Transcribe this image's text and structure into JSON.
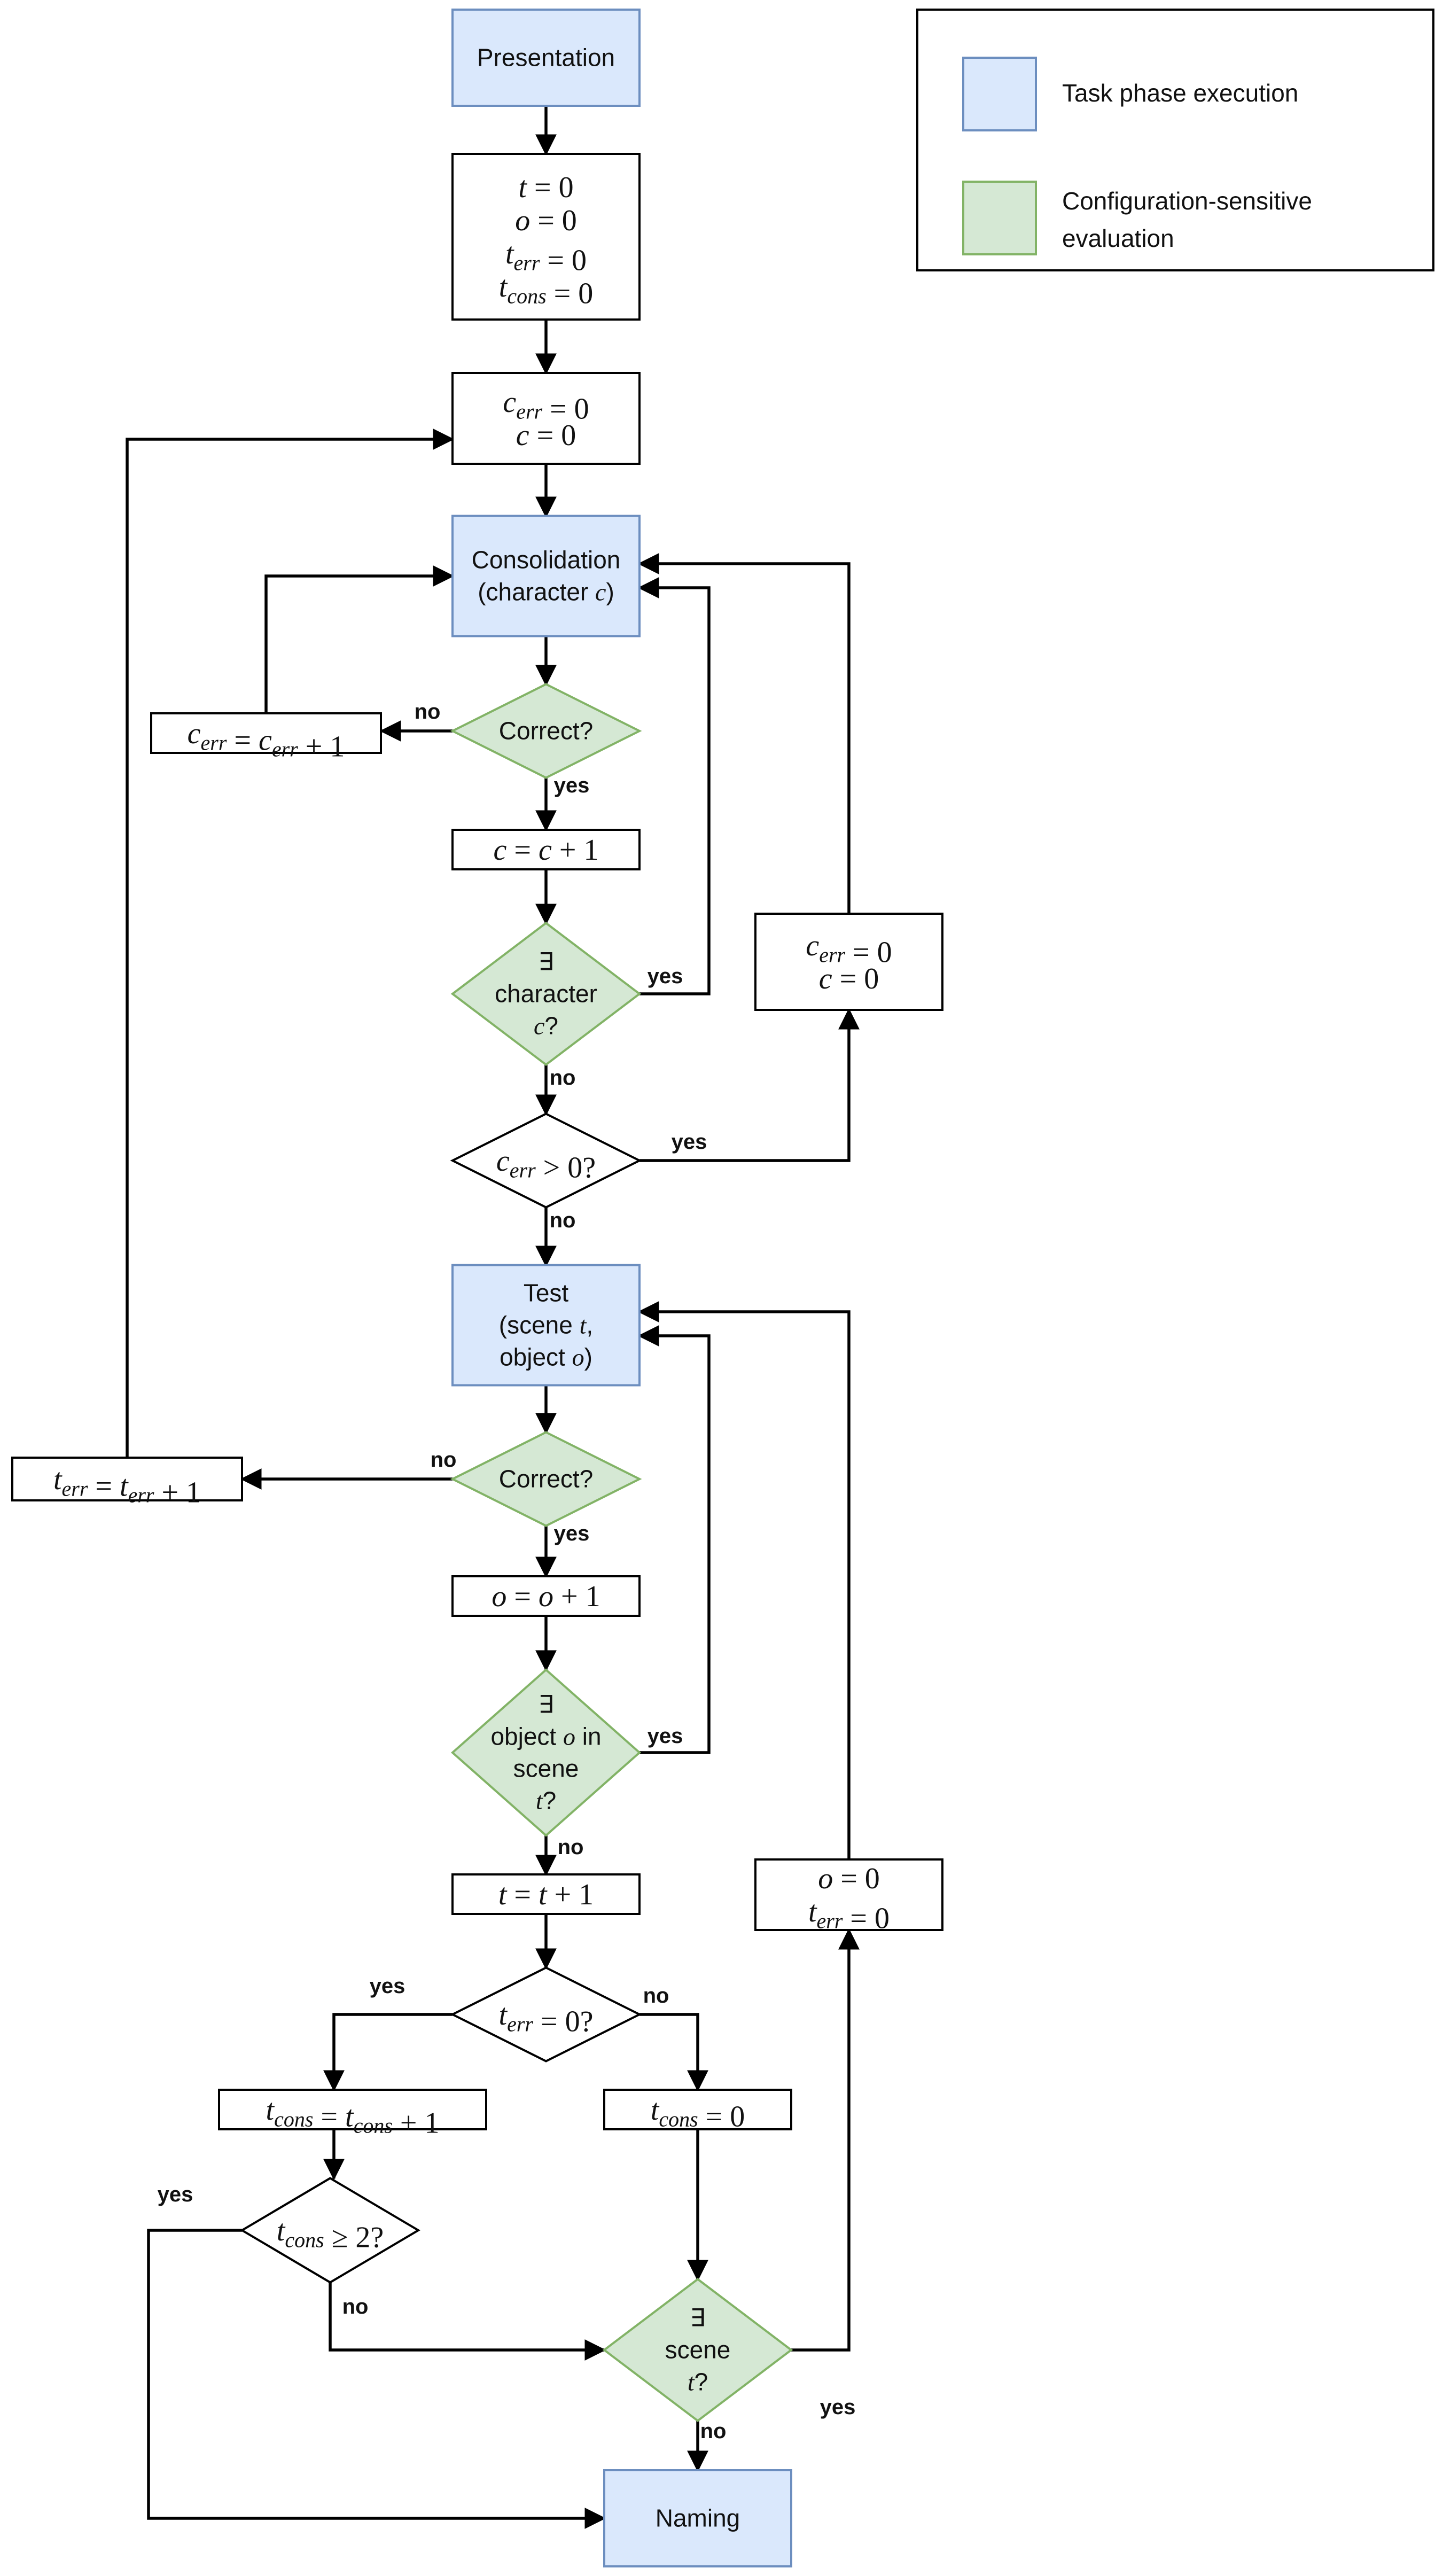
{
  "colors": {
    "task_fill": "#dae8fc",
    "task_stroke": "#6c8ebf",
    "eval_fill": "#d5e8d4",
    "eval_stroke": "#82b366",
    "plain_fill": "#ffffff",
    "plain_stroke": "#000000"
  },
  "legend": {
    "items": [
      {
        "kind": "task",
        "label": "Task phase execution"
      },
      {
        "kind": "eval",
        "label": "Configuration-sensitive evaluation"
      }
    ]
  },
  "nodes": {
    "presentation": {
      "kind": "task",
      "shape": "rect",
      "lines": [
        "Presentation"
      ]
    },
    "init_all": {
      "kind": "plain",
      "shape": "rect",
      "lines": [
        "t = 0",
        "o = 0",
        "t_err = 0",
        "t_cons = 0"
      ]
    },
    "init_c": {
      "kind": "plain",
      "shape": "rect",
      "lines": [
        "c_err = 0",
        "c = 0"
      ]
    },
    "consolidation": {
      "kind": "task",
      "shape": "rect",
      "lines": [
        "Consolidation",
        "(character c)"
      ]
    },
    "correct1": {
      "kind": "eval",
      "shape": "diamond",
      "lines": [
        "Correct?"
      ]
    },
    "cerr_inc": {
      "kind": "plain",
      "shape": "rect",
      "lines": [
        "c_err = c_err + 1"
      ]
    },
    "c_inc": {
      "kind": "plain",
      "shape": "rect",
      "lines": [
        "c = c + 1"
      ]
    },
    "exists_char": {
      "kind": "eval",
      "shape": "diamond",
      "lines": [
        "∃",
        "character",
        "c?"
      ]
    },
    "reset_c": {
      "kind": "plain",
      "shape": "rect",
      "lines": [
        "c_err = 0",
        "c = 0"
      ]
    },
    "cerr_gt0": {
      "kind": "plain",
      "shape": "diamond",
      "lines": [
        "c_err > 0?"
      ]
    },
    "test": {
      "kind": "task",
      "shape": "rect",
      "lines": [
        "Test",
        "(scene t,",
        "object o)"
      ]
    },
    "correct2": {
      "kind": "eval",
      "shape": "diamond",
      "lines": [
        "Correct?"
      ]
    },
    "terr_inc": {
      "kind": "plain",
      "shape": "rect",
      "lines": [
        "t_err = t_err + 1"
      ]
    },
    "o_inc": {
      "kind": "plain",
      "shape": "rect",
      "lines": [
        "o = o + 1"
      ]
    },
    "exists_obj": {
      "kind": "eval",
      "shape": "diamond",
      "lines": [
        "∃",
        "object o in",
        "scene",
        "t?"
      ]
    },
    "t_inc": {
      "kind": "plain",
      "shape": "rect",
      "lines": [
        "t = t + 1"
      ]
    },
    "reset_o": {
      "kind": "plain",
      "shape": "rect",
      "lines": [
        "o = 0",
        "t_err = 0"
      ]
    },
    "terr_eq0": {
      "kind": "plain",
      "shape": "diamond",
      "lines": [
        "t_err = 0?"
      ]
    },
    "tcons_inc": {
      "kind": "plain",
      "shape": "rect",
      "lines": [
        "t_cons = t_cons + 1"
      ]
    },
    "tcons_reset": {
      "kind": "plain",
      "shape": "rect",
      "lines": [
        "t_cons = 0"
      ]
    },
    "tcons_ge2": {
      "kind": "plain",
      "shape": "diamond",
      "lines": [
        "t_cons ≥ 2?"
      ]
    },
    "exists_scene": {
      "kind": "eval",
      "shape": "diamond",
      "lines": [
        "∃",
        "scene",
        "t?"
      ]
    },
    "naming": {
      "kind": "task",
      "shape": "rect",
      "lines": [
        "Naming"
      ]
    }
  },
  "edges": [
    {
      "from": "presentation",
      "to": "init_all"
    },
    {
      "from": "init_all",
      "to": "init_c"
    },
    {
      "from": "init_c",
      "to": "consolidation"
    },
    {
      "from": "consolidation",
      "to": "correct1"
    },
    {
      "from": "correct1",
      "to": "cerr_inc",
      "label": "no"
    },
    {
      "from": "cerr_inc",
      "to": "consolidation"
    },
    {
      "from": "correct1",
      "to": "c_inc",
      "label": "yes"
    },
    {
      "from": "c_inc",
      "to": "exists_char"
    },
    {
      "from": "exists_char",
      "to": "consolidation",
      "label": "yes"
    },
    {
      "from": "exists_char",
      "to": "cerr_gt0",
      "label": "no"
    },
    {
      "from": "cerr_gt0",
      "to": "reset_c",
      "label": "yes"
    },
    {
      "from": "reset_c",
      "to": "consolidation"
    },
    {
      "from": "cerr_gt0",
      "to": "test",
      "label": "no"
    },
    {
      "from": "test",
      "to": "correct2"
    },
    {
      "from": "correct2",
      "to": "terr_inc",
      "label": "no"
    },
    {
      "from": "terr_inc",
      "to": "init_c"
    },
    {
      "from": "correct2",
      "to": "o_inc",
      "label": "yes"
    },
    {
      "from": "o_inc",
      "to": "exists_obj"
    },
    {
      "from": "exists_obj",
      "to": "test",
      "label": "yes"
    },
    {
      "from": "exists_obj",
      "to": "t_inc",
      "label": "no"
    },
    {
      "from": "t_inc",
      "to": "terr_eq0"
    },
    {
      "from": "terr_eq0",
      "to": "tcons_inc",
      "label": "yes"
    },
    {
      "from": "terr_eq0",
      "to": "tcons_reset",
      "label": "no"
    },
    {
      "from": "tcons_inc",
      "to": "tcons_ge2"
    },
    {
      "from": "tcons_ge2",
      "to": "naming",
      "label": "yes"
    },
    {
      "from": "tcons_ge2",
      "to": "exists_scene",
      "label": "no"
    },
    {
      "from": "tcons_reset",
      "to": "exists_scene"
    },
    {
      "from": "exists_scene",
      "to": "reset_o",
      "label": "yes"
    },
    {
      "from": "exists_scene",
      "to": "naming",
      "label": "no"
    },
    {
      "from": "reset_o",
      "to": "test"
    }
  ]
}
